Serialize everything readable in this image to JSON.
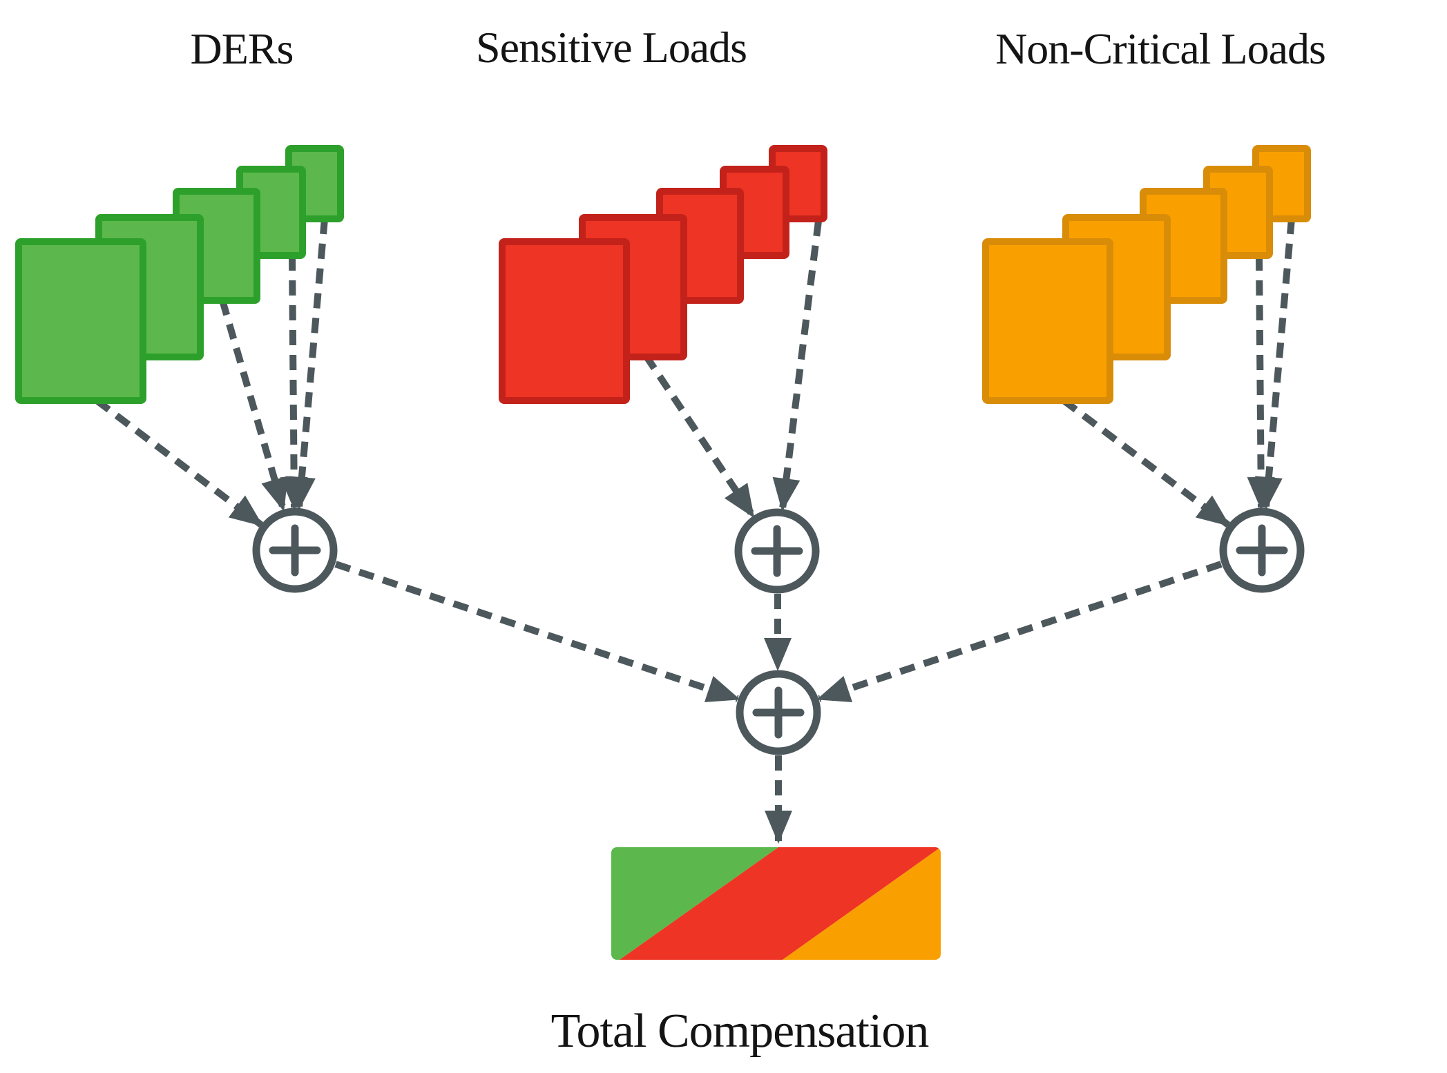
{
  "figure": {
    "background": "#ffffff",
    "text_color": "#141414",
    "arrow_color": "#4d585c",
    "operator": "+",
    "icons": {
      "sum_node": "plus-icon",
      "connector": "dashed-arrow-icon"
    },
    "groups": [
      {
        "label": "DERs",
        "square_count": 5,
        "fill": "#5cb84c",
        "border": "#2da02c"
      },
      {
        "label": "Sensitive Loads",
        "square_count": 5,
        "fill": "#ee3424",
        "border": "#c3221b"
      },
      {
        "label": "Non-Critical Loads",
        "square_count": 5,
        "fill": "#f9a000",
        "border": "#d98c08"
      }
    ],
    "output": {
      "label": "Total Compensation",
      "segment_colors": [
        "#5cb84c",
        "#ee3424",
        "#f9a000"
      ]
    }
  }
}
